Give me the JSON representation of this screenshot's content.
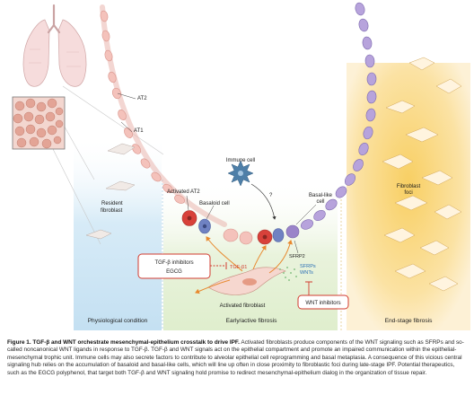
{
  "labels": {
    "at2": "AT2",
    "at1": "AT1",
    "resident_fibroblast_1": "Resident",
    "resident_fibroblast_2": "fibroblast",
    "immune_cell": "Immune cell",
    "activated_at2": "Activated AT2",
    "basaloid_cell": "Basaloid cell",
    "question_mark": "?",
    "basal_like_1": "Basal-like",
    "basal_like_2": "cell",
    "fibroblast_foci_1": "Fibroblast",
    "fibroblast_foci_2": "foci",
    "sfrp2": "SFRP2",
    "sfrps": "SFRPs",
    "wnts": "WNTs",
    "tgfb1": "TGF-β1",
    "activated_fibroblast": "Activated fibroblast"
  },
  "boxes": {
    "tgf_inhibitors_line1": "TGF-β inhibitors",
    "tgf_inhibitors_line2": "EGCG",
    "wnt_inhibitors": "WNT inhibitors"
  },
  "panels": {
    "physiological": "Physiological condition",
    "early": "Early/active fibrosis",
    "end_stage": "End-stage fibrosis"
  },
  "caption": {
    "title": "Figure 1. TGF-β and WNT orchestrate mesenchymal-epithelium crosstalk to drive IPF.",
    "body": "Activated fibroblasts produce components of the WNT signaling such as SFRPs and so-called noncanonical WNT ligands in response to TGF-β. TGF-β and WNT signals act on the epithelial compartment and promote an impaired communication within the epithelial-mesenchymal trophic unit. Immune cells may also secrete factors to contribute to alveolar epithelial cell reprogramming and basal metaplasia. A consequence of this vicious central signaling hub relies on the accumulation of basaloid and basal-like cells, which will line up often in close proximity to fibroblastic foci during late-stage IPF. Potential therapeutics, such as the EGCG polyphenol, that target both TGF-β and WNT signaling hold promise to redirect mesenchymal-epithelium dialog in the organization of tissue repair."
  },
  "colors": {
    "physiological_bg": "#cfe6f4",
    "early_bg": "#e6f1d6",
    "end_bg": "#fbe3a8",
    "at2_cell": "#f2b8b0",
    "activated_at2": "#d8413a",
    "basaloid": "#6f82c2",
    "basal_like": "#9a84c9",
    "inhibitor_red": "#d23b2f",
    "arrow_orange": "#e8892e"
  }
}
